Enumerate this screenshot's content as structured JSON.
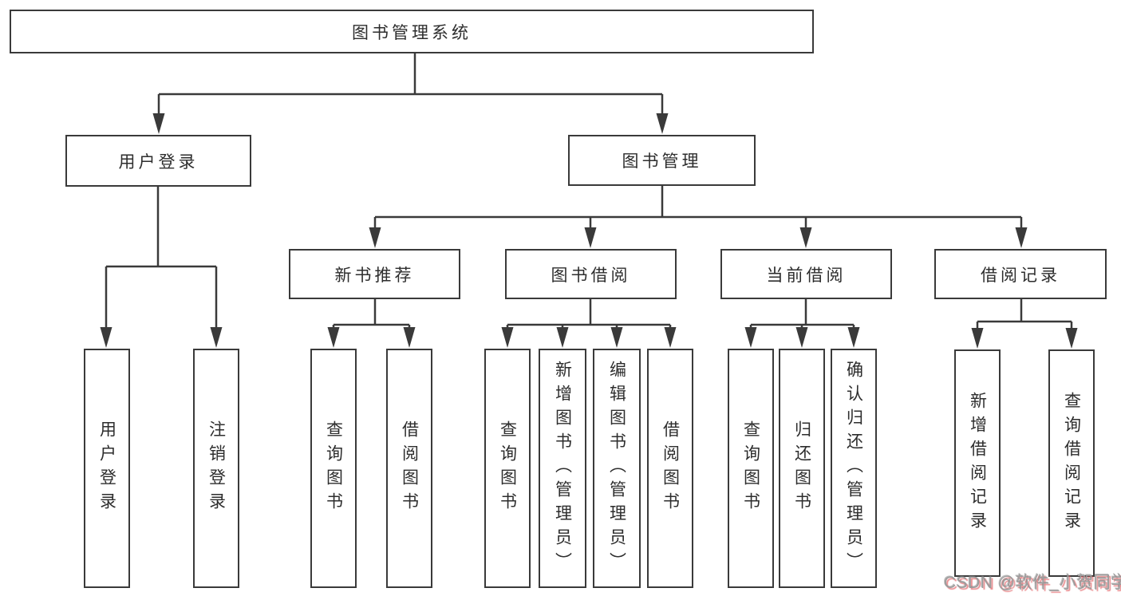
{
  "diagram": {
    "type": "hierarchy",
    "title": "图书管理系统",
    "root": {
      "label": "图书管理系统",
      "children": [
        {
          "label": "用户登录",
          "children": [
            {
              "label": "用户登录"
            },
            {
              "label": "注销登录"
            }
          ]
        },
        {
          "label": "图书管理",
          "children": [
            {
              "label": "新书推荐",
              "children": [
                {
                  "label": "查询图书"
                },
                {
                  "label": "借阅图书"
                }
              ]
            },
            {
              "label": "图书借阅",
              "children": [
                {
                  "label": "查询图书"
                },
                {
                  "label": "新增图书（管理员）"
                },
                {
                  "label": "编辑图书（管理员）"
                },
                {
                  "label": "借阅图书"
                }
              ]
            },
            {
              "label": "当前借阅",
              "children": [
                {
                  "label": "查询图书"
                },
                {
                  "label": "归还图书"
                },
                {
                  "label": "确认归还（管理员）"
                }
              ]
            },
            {
              "label": "借阅记录",
              "children": [
                {
                  "label": "新增借阅记录"
                },
                {
                  "label": "查询借阅记录"
                }
              ]
            }
          ]
        }
      ]
    },
    "colors": {
      "line": "#3a3a3a",
      "text": "#2d2d2d",
      "background": "#ffffff",
      "watermark_gray": "#9c9c9c",
      "watermark_red": "#e05458"
    }
  },
  "watermark": {
    "text": "CSDN @软件_小贺同学"
  }
}
